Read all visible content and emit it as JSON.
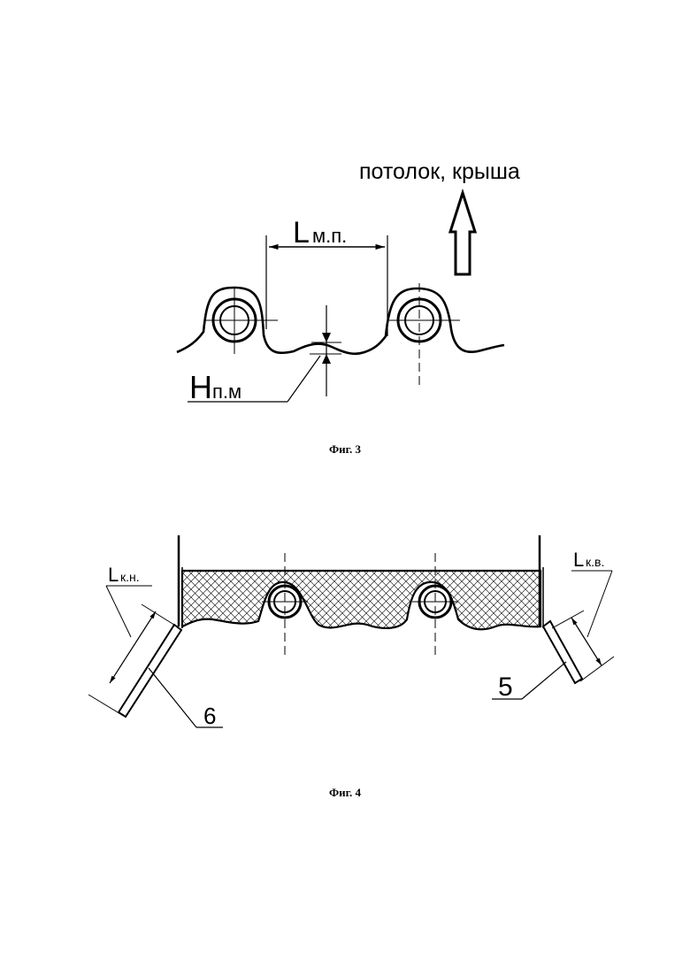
{
  "fig3": {
    "direction_label": "потолок, крыша",
    "pitch_label_main": "L",
    "pitch_label_sub": "м.п.",
    "height_label_main": "H",
    "height_label_sub": "п.м",
    "caption": "Фиг. 3"
  },
  "fig4": {
    "left_length_main": "L",
    "left_length_sub": "к.н.",
    "right_length_main": "L",
    "right_length_sub": "к.в.",
    "callout_left": "6",
    "callout_right": "5",
    "caption": "Фиг. 4"
  },
  "colors": {
    "ink": "#000000",
    "paper": "#ffffff"
  }
}
